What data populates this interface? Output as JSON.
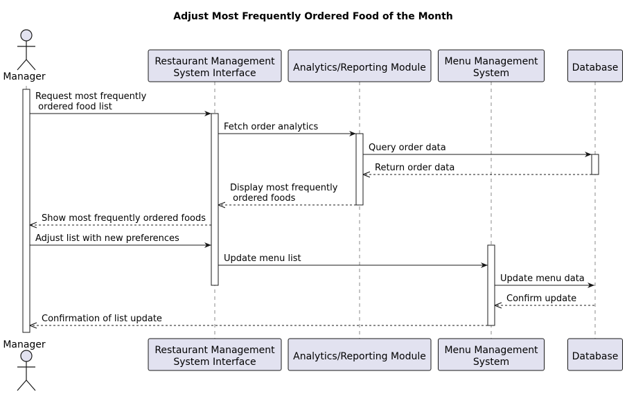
{
  "title": "Adjust Most Frequently Ordered Food of the Month",
  "colors": {
    "participant_fill": "#e2e2f0",
    "participant_stroke": "#181818",
    "lifeline": "#8a8a8a",
    "activation_fill": "#ffffff",
    "line": "#181818"
  },
  "participants": [
    {
      "id": "manager",
      "type": "actor",
      "label": "Manager"
    },
    {
      "id": "rms",
      "type": "box",
      "lines": [
        "Restaurant Management",
        "System Interface"
      ]
    },
    {
      "id": "analytics",
      "type": "box",
      "lines": [
        "Analytics/Reporting Module"
      ]
    },
    {
      "id": "menu",
      "type": "box",
      "lines": [
        "Menu Management",
        "System"
      ]
    },
    {
      "id": "db",
      "type": "box",
      "lines": [
        "Database"
      ]
    }
  ],
  "messages": [
    {
      "from": "manager",
      "to": "rms",
      "style": "solid",
      "lines": [
        "Request most frequently",
        " ordered food list"
      ]
    },
    {
      "from": "rms",
      "to": "analytics",
      "style": "solid",
      "lines": [
        "Fetch order analytics"
      ]
    },
    {
      "from": "analytics",
      "to": "db",
      "style": "solid",
      "lines": [
        "Query order data"
      ]
    },
    {
      "from": "db",
      "to": "analytics",
      "style": "dashed",
      "lines": [
        "Return order data"
      ]
    },
    {
      "from": "analytics",
      "to": "rms",
      "style": "dashed",
      "lines": [
        "Display most frequently",
        " ordered foods"
      ]
    },
    {
      "from": "rms",
      "to": "manager",
      "style": "dashed",
      "lines": [
        "Show most frequently ordered foods"
      ]
    },
    {
      "from": "manager",
      "to": "rms",
      "style": "solid",
      "lines": [
        "Adjust list with new preferences"
      ]
    },
    {
      "from": "rms",
      "to": "menu",
      "style": "solid",
      "lines": [
        "Update menu list"
      ]
    },
    {
      "from": "menu",
      "to": "db",
      "style": "solid",
      "lines": [
        "Update menu data"
      ]
    },
    {
      "from": "db",
      "to": "menu",
      "style": "dashed",
      "lines": [
        "Confirm update"
      ]
    },
    {
      "from": "menu",
      "to": "manager",
      "style": "dashed",
      "lines": [
        "Confirmation of list update"
      ]
    }
  ]
}
